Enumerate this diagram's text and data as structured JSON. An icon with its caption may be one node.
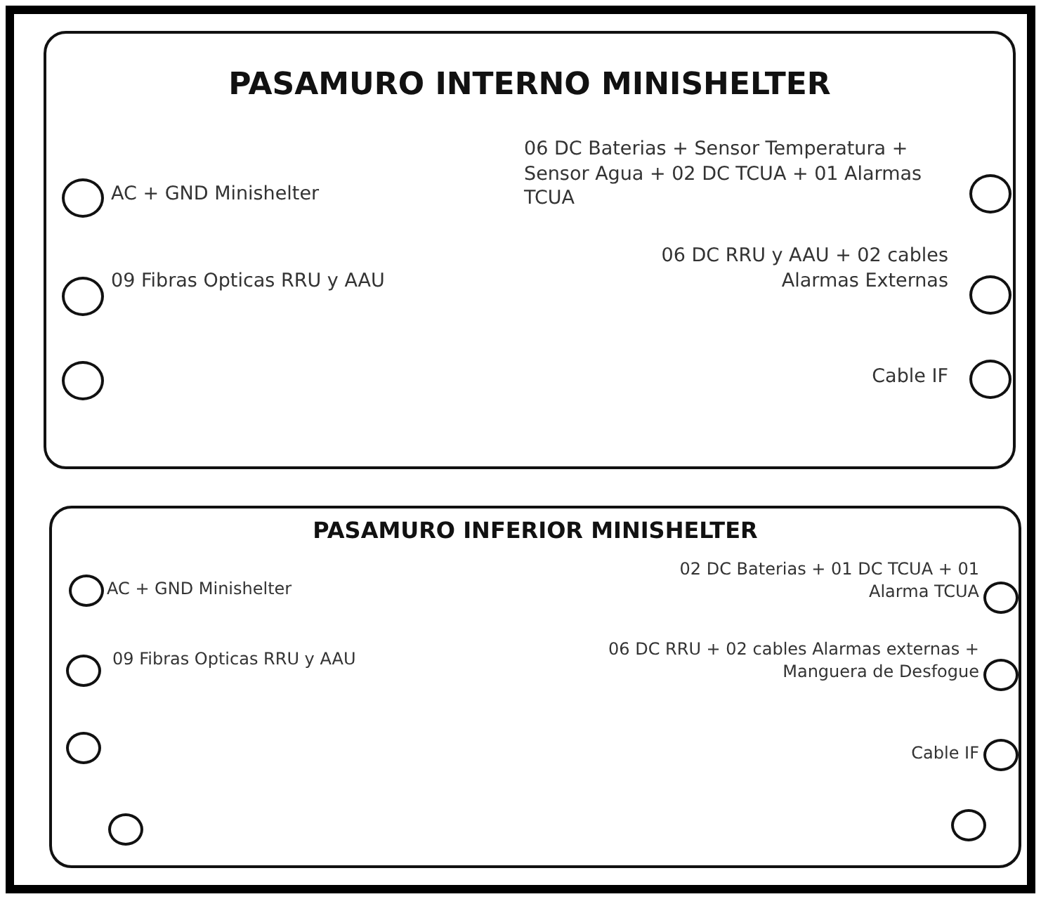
{
  "diagram": {
    "nodes": [
      {
        "text": [
          "PASAMURO INTERNO MINISHELTER"
        ]
      },
      {
        "text": [],
        "shape": "circle",
        "in": 0,
        "beside": [
          "AC + GND Minishelter"
        ]
      },
      {
        "text": [],
        "shape": "circle",
        "in": 0,
        "beside": [
          "06 DC Baterias + Sensor Temperatura + Sensor Agua + 02 DC TCUA + 01 Alarmas TCUA"
        ]
      },
      {
        "text": [],
        "shape": "circle",
        "in": 0,
        "beside": [
          "09 Fibras Opticas RRU y AAU"
        ]
      },
      {
        "text": [],
        "shape": "circle",
        "in": 0,
        "beside": [
          "06 DC RRU y AAU + 02 cables Alarmas Externas"
        ]
      },
      {
        "text": [],
        "shape": "circle",
        "in": 0
      },
      {
        "text": [],
        "shape": "circle",
        "in": 0,
        "beside": [
          "Cable IF"
        ]
      },
      {
        "text": [
          "PASAMURO INFERIOR MINISHELTER"
        ]
      },
      {
        "text": [],
        "shape": "circle",
        "in": 7,
        "beside": [
          "AC + GND Minishelter"
        ]
      },
      {
        "text": [],
        "shape": "circle",
        "in": 7,
        "beside": [
          "02 DC Baterias + 01 DC TCUA + 01 Alarma TCUA"
        ]
      },
      {
        "text": [],
        "shape": "circle",
        "in": 7,
        "beside": [
          "09 Fibras Opticas RRU y AAU"
        ]
      },
      {
        "text": [],
        "shape": "circle",
        "in": 7,
        "beside": [
          "06 DC RRU + 02 cables Alarmas externas + Manguera de Desfogue"
        ]
      },
      {
        "text": [],
        "shape": "circle",
        "in": 7
      },
      {
        "text": [],
        "shape": "circle",
        "in": 7,
        "beside": [
          "Cable IF"
        ]
      },
      {
        "text": [],
        "shape": "circle",
        "in": 7
      },
      {
        "text": [],
        "shape": "circle",
        "in": 7
      }
    ]
  }
}
